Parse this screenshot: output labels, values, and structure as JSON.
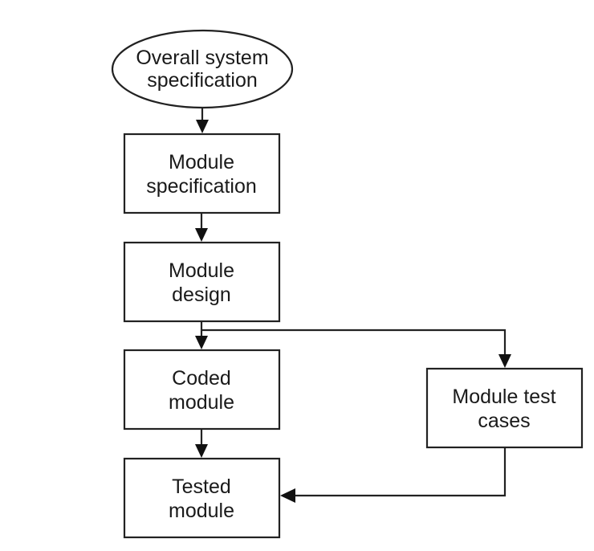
{
  "nodes": {
    "overall_spec": {
      "line1": "Overall system",
      "line2": "specification"
    },
    "module_spec": {
      "line1": "Module",
      "line2": "specification"
    },
    "module_design": {
      "line1": "Module",
      "line2": "design"
    },
    "coded_module": {
      "line1": "Coded",
      "line2": "module"
    },
    "tested_module": {
      "line1": "Tested",
      "line2": "module"
    },
    "test_cases": {
      "line1": "Module test",
      "line2": "cases"
    }
  },
  "colors": {
    "stroke": "#222222",
    "text": "#1a1a1a",
    "background": "#ffffff"
  }
}
